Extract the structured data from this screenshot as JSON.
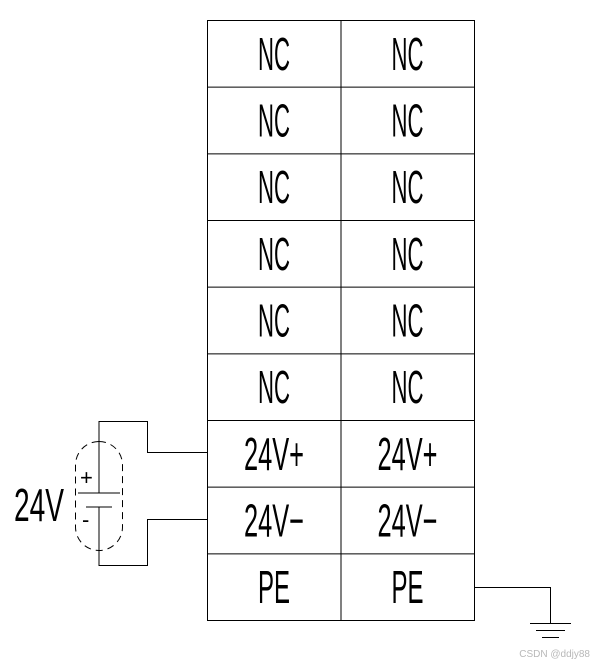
{
  "terminal_block": {
    "rows": [
      {
        "left": "NC",
        "right": "NC"
      },
      {
        "left": "NC",
        "right": "NC"
      },
      {
        "left": "NC",
        "right": "NC"
      },
      {
        "left": "NC",
        "right": "NC"
      },
      {
        "left": "NC",
        "right": "NC"
      },
      {
        "left": "NC",
        "right": "NC"
      },
      {
        "left": "24V+",
        "right": "24V+"
      },
      {
        "left": "24V−",
        "right": "24V−"
      },
      {
        "left": "PE",
        "right": "PE"
      }
    ]
  },
  "power_supply": {
    "label": "24V",
    "plus": "+",
    "minus": "-"
  },
  "watermark": "CSDN @ddjy88"
}
